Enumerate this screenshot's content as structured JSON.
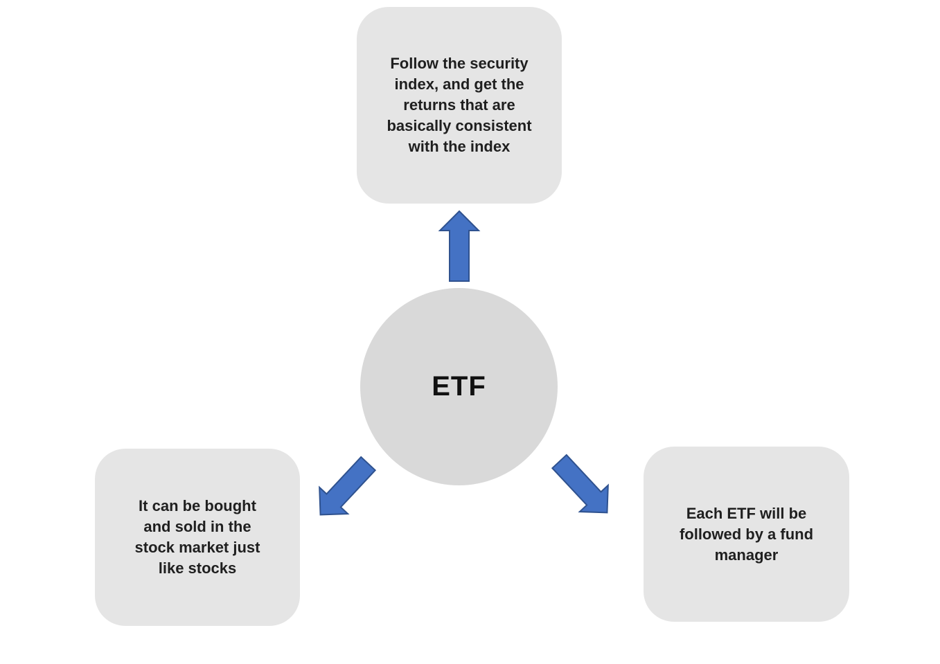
{
  "diagram": {
    "title": "ETF diverging radial diagram",
    "center": {
      "label": "ETF",
      "fill": "#d9d9d9",
      "text_color": "#111111"
    },
    "nodes": [
      {
        "id": "top",
        "text": "Follow the security\nindex, and get the\nreturns that are\nbasically consistent\nwith the index",
        "fill": "#e5e5e5"
      },
      {
        "id": "bottom-left",
        "text": "It can be bought\nand sold in the\nstock market just\nlike stocks",
        "fill": "#e5e5e5"
      },
      {
        "id": "bottom-right",
        "text": "Each ETF will be\nfollowed by a fund\nmanager",
        "fill": "#e5e5e5"
      }
    ],
    "arrow_style": {
      "fill": "#4472C4",
      "stroke": "#2F528F",
      "directions": [
        "up",
        "down-left",
        "down-right"
      ]
    }
  }
}
